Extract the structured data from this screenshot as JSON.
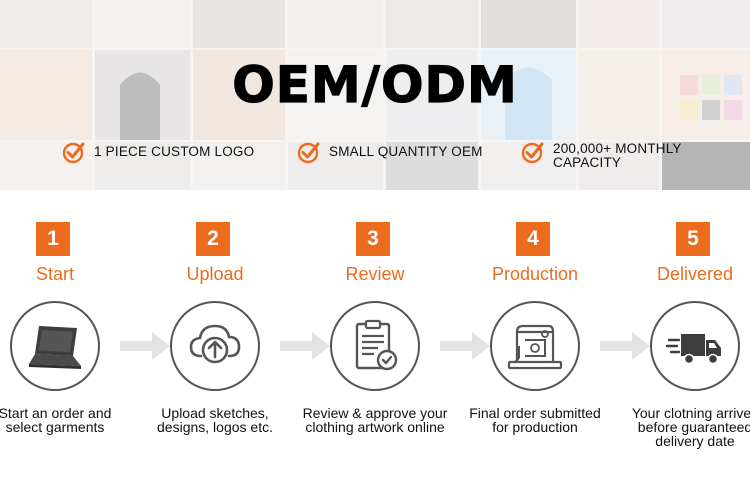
{
  "banner": {
    "title": "OEM/ODM",
    "features": [
      {
        "label": "1 PIECE CUSTOM LOGO",
        "icon": "check-badge-icon"
      },
      {
        "label": "SMALL QUANTITY OEM",
        "icon": "check-badge-icon"
      },
      {
        "label": "200,000+ MONTHLY CAPACITY",
        "icon": "check-badge-icon"
      }
    ]
  },
  "colors": {
    "accent": "#ed6b1d",
    "icon_stroke": "#555555",
    "arrow": "#e3e3e3"
  },
  "steps": [
    {
      "number": "1",
      "title": "Start",
      "icon": "laptop-icon",
      "description": "Start an order and select garments"
    },
    {
      "number": "2",
      "title": "Upload",
      "icon": "cloud-upload-icon",
      "description": "Upload sketches, designs, logos etc."
    },
    {
      "number": "3",
      "title": "Review",
      "icon": "clipboard-check-icon",
      "description": "Review & approve your clothing artwork online"
    },
    {
      "number": "4",
      "title": "Production",
      "icon": "sewing-machine-icon",
      "description": "Final order submitted for production"
    },
    {
      "number": "5",
      "title": "Delivered",
      "icon": "delivery-truck-icon",
      "description": "Your clotning arrives before guaranteed delivery date"
    }
  ]
}
